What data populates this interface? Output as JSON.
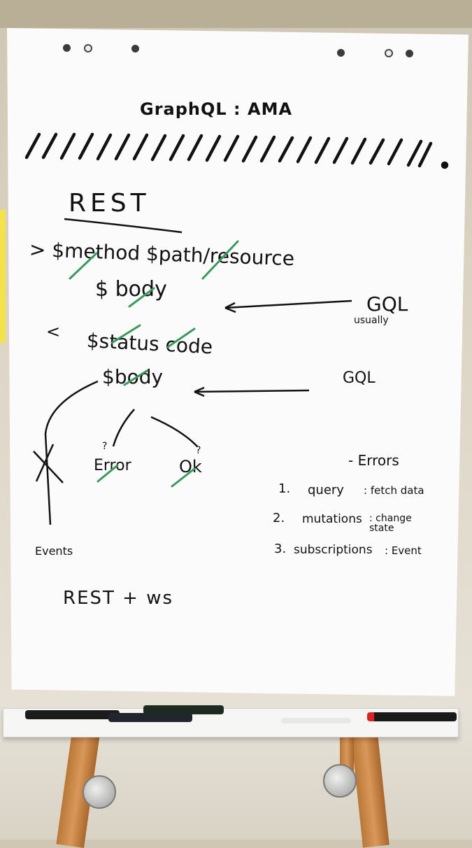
{
  "flipchart": {
    "title": "GraphQL : AMA",
    "rest_heading": "REST",
    "request_line": "> $method  $path/resource",
    "request_body": "$ body",
    "response_prefix": "<",
    "status_code": "$status code",
    "response_body": "$body",
    "gql_1": "GQL",
    "gql_1_note": "usually",
    "gql_2": "GQL",
    "error_label": "Error",
    "ok_label": "Ok",
    "question_mark": "?",
    "events_label": "Events",
    "rest_ws": "REST + ws",
    "errors_label": "- Errors",
    "list": [
      {
        "num": "1.",
        "name": "query",
        "desc": ": fetch data"
      },
      {
        "num": "2.",
        "name": "mutations",
        "desc": ": change state"
      },
      {
        "num": "3.",
        "name": "subscriptions",
        "desc": ": Event"
      }
    ]
  },
  "colors": {
    "ink": "#111111",
    "green_marker": "#3a9a5e",
    "easel_wood": "#c88440",
    "paper": "#fbfbfb"
  }
}
